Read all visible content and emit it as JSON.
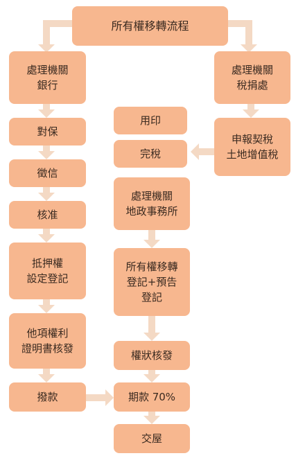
{
  "colors": {
    "box": "#f7b78f",
    "arrow": "#f4d9c4",
    "text": "#3a2a20"
  },
  "title": "所有權移轉流程",
  "left": {
    "bank": [
      "處理機關",
      "銀行"
    ],
    "steps": [
      [
        "對保"
      ],
      [
        "徵信"
      ],
      [
        "核准"
      ],
      [
        "抵押權",
        "設定登記"
      ],
      [
        "他項權利",
        "證明書核發"
      ],
      [
        "撥款"
      ]
    ]
  },
  "right": {
    "tax_office": [
      "處理機關",
      "稅捐處"
    ],
    "declare": [
      "申報契稅",
      "土地增值稅"
    ]
  },
  "middle": {
    "stamp": [
      "用印"
    ],
    "tax_paid": [
      "完稅"
    ],
    "land_office": [
      "處理機關",
      "地政事務所"
    ],
    "transfer": [
      "所有權移轉",
      "登記+預告",
      "登記"
    ],
    "certificate": [
      "權狀核發"
    ],
    "payment": [
      "期款 70%"
    ],
    "handover": [
      "交屋"
    ]
  }
}
